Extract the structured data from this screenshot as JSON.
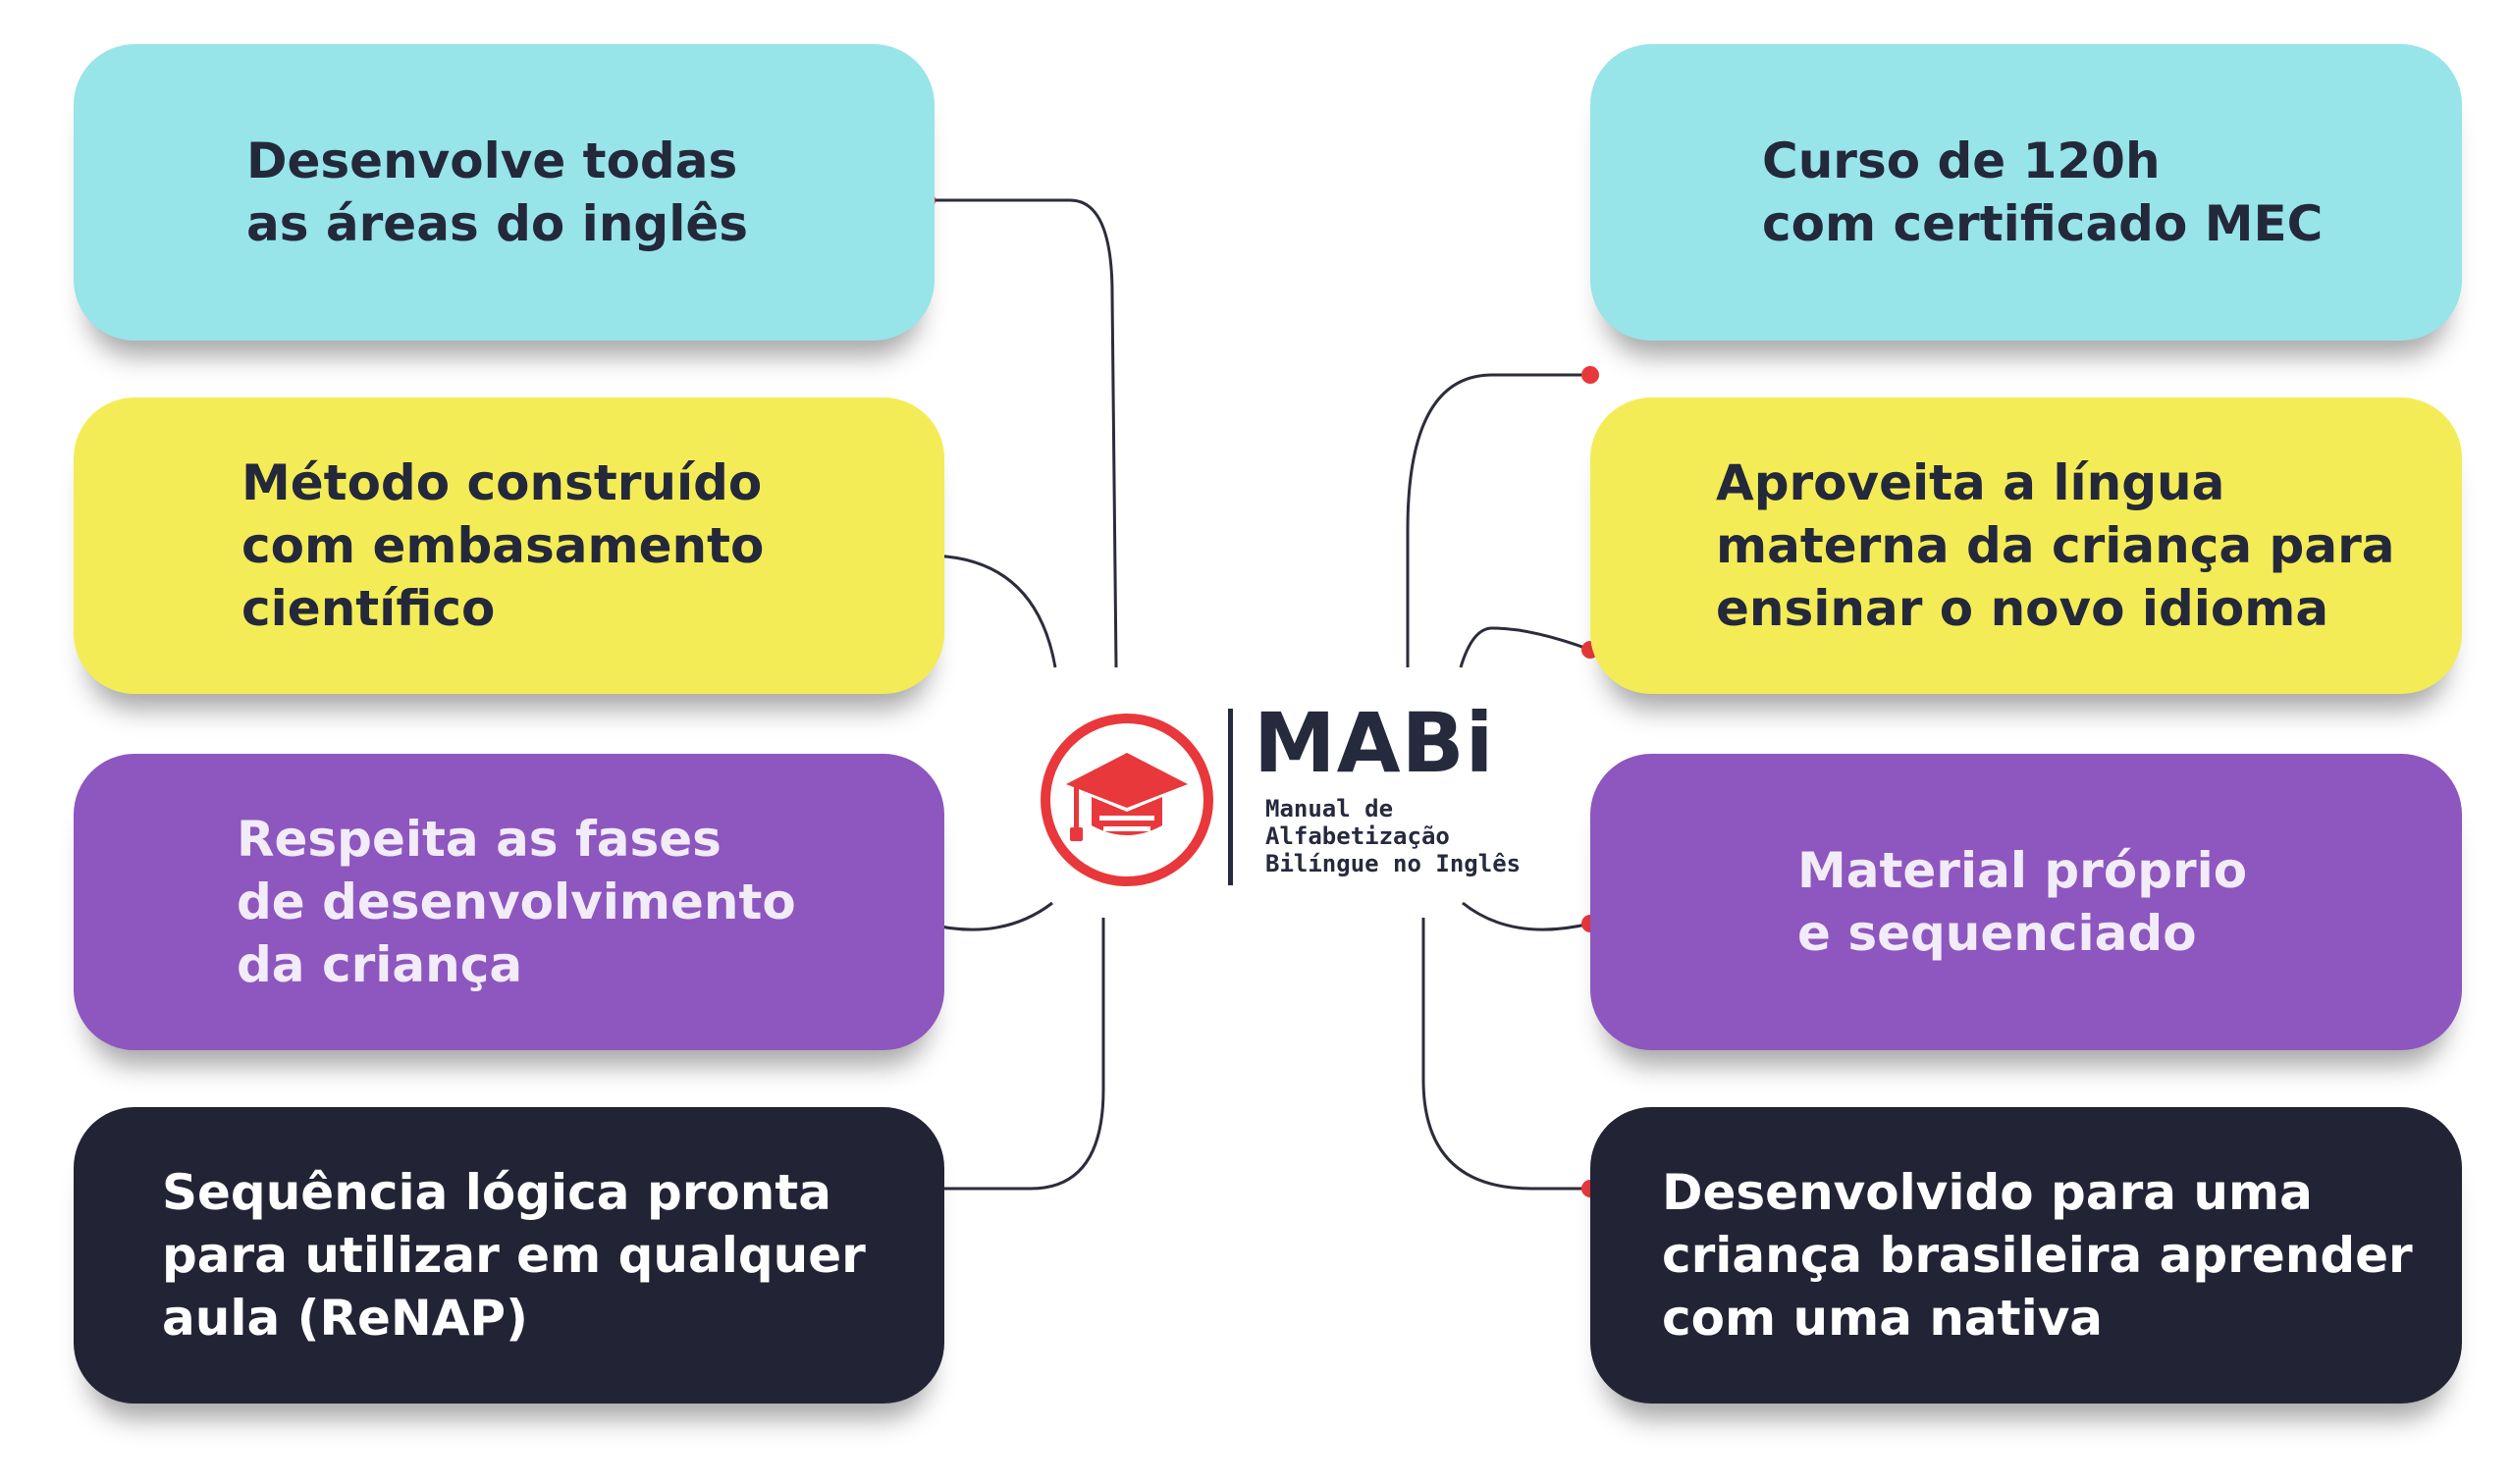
{
  "logo": {
    "title": "MABi",
    "subtitle_lines": [
      "Manual de",
      "Alfabetização",
      "Bilíngue no Inglês"
    ],
    "icon": "graduation-cap-icon",
    "accent_color": "#e8383b"
  },
  "colors": {
    "cyan": "#97e4e9",
    "yellow": "#f4ec56",
    "purple": "#8e56bf",
    "dark": "#222435",
    "line": "#2b2d3a",
    "dot": "#e8383b"
  },
  "left_cards": [
    {
      "text": "Desenvolve todas\nas áreas do inglês"
    },
    {
      "text": "Método construído\ncom embasamento\ncientífico"
    },
    {
      "text": "Respeita as fases\nde desenvolvimento\nda criança"
    },
    {
      "text": "Sequência lógica pronta\npara utilizar em qualquer\naula (ReNAP)"
    }
  ],
  "right_cards": [
    {
      "text": "Curso de 120h\ncom certificado MEC"
    },
    {
      "text": "Aproveita a língua\nmaterna da criança para\nensinar o novo idioma"
    },
    {
      "text": "Material próprio\ne sequenciado"
    },
    {
      "text": "Desenvolvido para uma\ncriança brasileira aprender\ncom uma nativa"
    }
  ]
}
